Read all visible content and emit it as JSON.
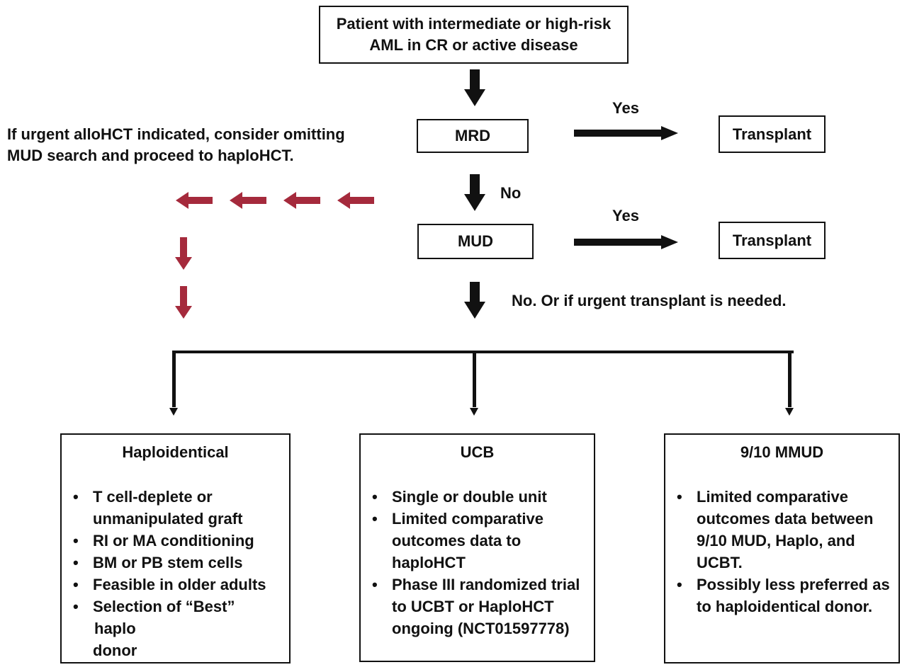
{
  "start_box": {
    "line1": "Patient with intermediate or high-risk",
    "line2": "AML in CR or active disease"
  },
  "mrd_box": "MRD",
  "mud_box": "MUD",
  "transplant_top": "Transplant",
  "transplant_bottom": "Transplant",
  "labels": {
    "yes_top": "Yes",
    "yes_bottom": "Yes",
    "no": "No",
    "no_urgent": "No. Or if urgent transplant is needed."
  },
  "urgent_note": {
    "line1": "If urgent alloHCT indicated, consider omitting",
    "line2": "MUD search and proceed to haploHCT."
  },
  "panels": {
    "haplo": {
      "title": "Haploidentical",
      "items": [
        {
          "a": "T cell-deplete or",
          "b": "unmanipulated graft"
        },
        {
          "a": "RI or MA conditioning"
        },
        {
          "a": "BM or PB stem cells"
        },
        {
          "a": "Feasible in older adults"
        },
        {
          "a": "Selection of “Best”",
          "b": "haplo",
          "c": "donor"
        }
      ]
    },
    "ucb": {
      "title": "UCB",
      "items": [
        {
          "a": "Single or double unit"
        },
        {
          "a": "Limited comparative",
          "b": "outcomes data to",
          "c": "haploHCT"
        },
        {
          "a": "Phase III randomized trial",
          "b": "to UCBT or HaploHCT",
          "c": "ongoing (NCT01597778)"
        }
      ]
    },
    "mmud": {
      "title": "9/10 MMUD",
      "items": [
        {
          "a": "Limited comparative",
          "b": "outcomes data between",
          "c": "9/10 MUD, Haplo, and",
          "d": "UCBT."
        },
        {
          "a": "Possibly less preferred as",
          "b": "to haploidentical donor."
        }
      ]
    }
  },
  "colors": {
    "main": "#111111",
    "urgent": "#a52a3c"
  }
}
